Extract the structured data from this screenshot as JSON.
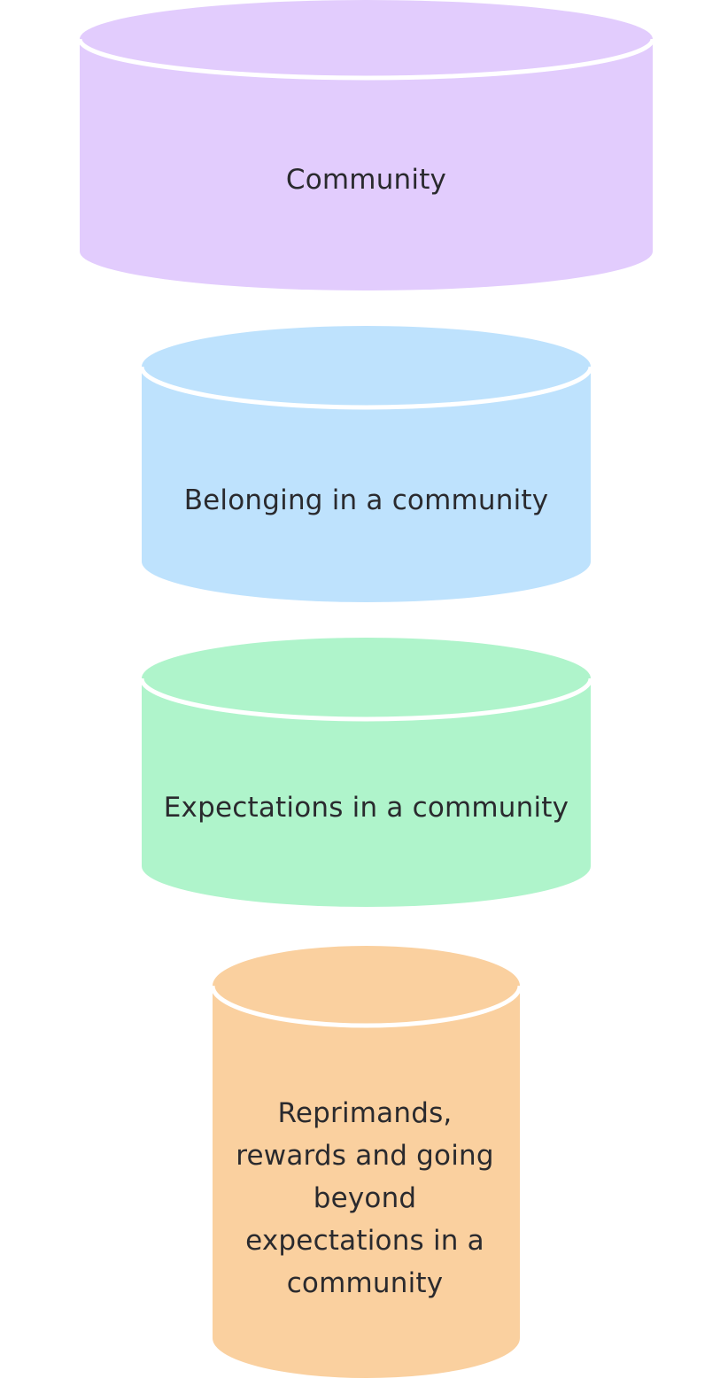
{
  "diagram": {
    "cylinders": [
      {
        "label": "Community",
        "color": "#e2ccfd"
      },
      {
        "label": "Belonging in a community",
        "color": "#bee2fd"
      },
      {
        "label": "Expectations in a community",
        "color": "#aff4cb"
      },
      {
        "label": "Reprimands, rewards and going beyond expectations in a community",
        "color": "#fad09f"
      }
    ]
  }
}
